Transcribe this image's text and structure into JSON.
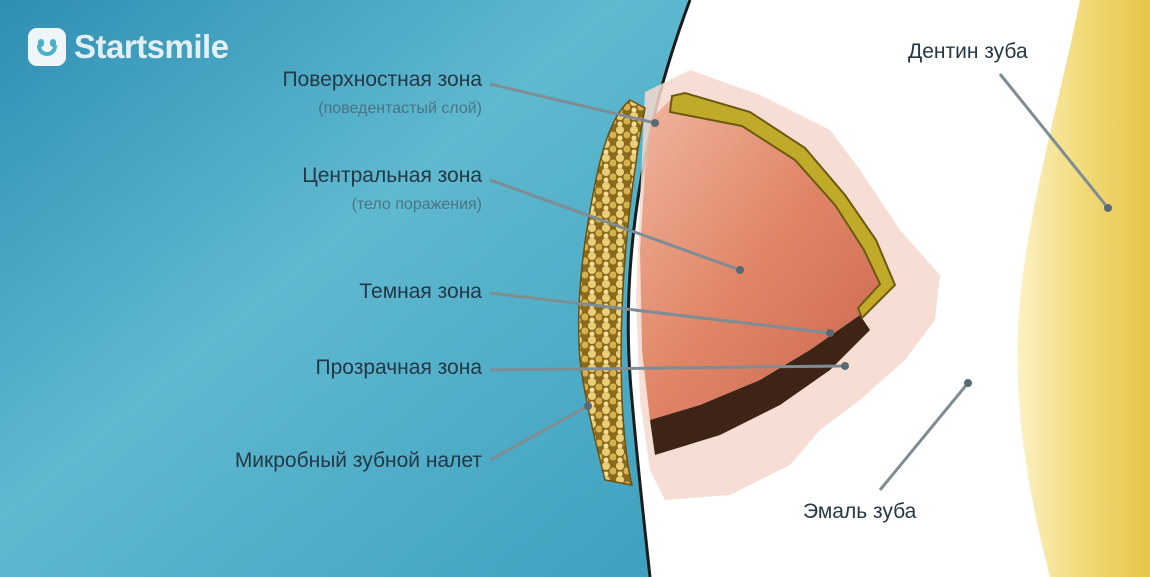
{
  "logo": {
    "text": "Startsmile",
    "icon": "smile-face-icon"
  },
  "labels": {
    "surface_zone": "Поверхностная зона",
    "surface_zone_sub": "(поведентастый слой)",
    "central_zone": "Центральная зона",
    "central_zone_sub": "(тело поражения)",
    "dark_zone": "Темная зона",
    "transparent_zone": "Прозрачная зона",
    "plaque": "Микробный зубной налет",
    "dentin": "Дентин зуба",
    "enamel": "Эмаль зуба"
  },
  "colors": {
    "background_blue": "#3e9fbe",
    "enamel_white": "#ffffff",
    "dentin_yellow": "#f3dc7e",
    "lesion_salmon": "#e08466",
    "surface_layer_olive": "#c1a92a",
    "dark_zone_brown": "#3e2416",
    "plaque_gold": "#c4a248"
  }
}
